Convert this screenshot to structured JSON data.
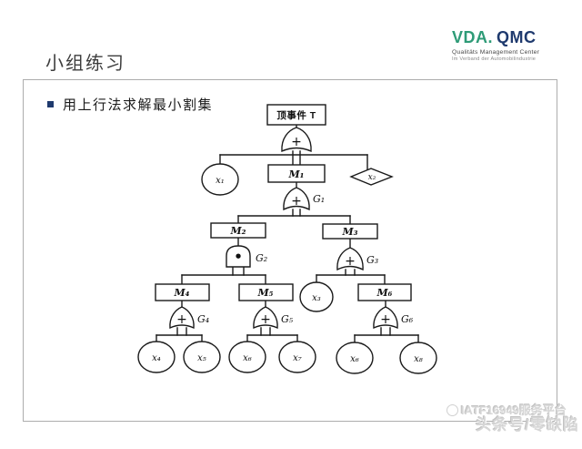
{
  "slide": {
    "title": "小组练习",
    "bullet_text": "用上行法求解最小割集"
  },
  "logo": {
    "vda": "VDA.",
    "qmc": "QMC",
    "subtitle1": "Qualitäts Management Center",
    "subtitle2": "Im Verband der Automobilindustrie",
    "vda_color": "#2E9B77",
    "qmc_color": "#1F3A6E"
  },
  "watermark": {
    "line1": "IATF16949服务平台",
    "line2": "头条号/零缺陷"
  },
  "diagram": {
    "type": "fault-tree",
    "or_symbol": "+",
    "and_symbol": "•",
    "labels": {
      "top": "顶事件 T",
      "M1": "M₁",
      "M2": "M₂",
      "M3": "M₃",
      "M4": "M₄",
      "M5": "M₅",
      "M6": "M₆",
      "G1": "G₁",
      "G2": "G₂",
      "G3": "G₃",
      "G4": "G₄",
      "G5": "G₅",
      "G6": "G₆",
      "x1": "x₁",
      "x2": "x₂",
      "x3": "x₃",
      "x4": "x₄",
      "x5": "x₅",
      "x6a": "x₆",
      "x7": "x₇",
      "x6b": "x₆",
      "x8": "x₈"
    },
    "structure": {
      "T": {
        "gate": "OR",
        "inputs": [
          "x1",
          "M1",
          "x2"
        ]
      },
      "M1": {
        "gate": "G1 (OR)",
        "inputs": [
          "M2",
          "M3"
        ]
      },
      "M2": {
        "gate": "G2 (AND)",
        "inputs": [
          "M4",
          "M5"
        ]
      },
      "M3": {
        "gate": "G3 (OR)",
        "inputs": [
          "x3",
          "M6"
        ]
      },
      "M4": {
        "gate": "G4 (OR)",
        "inputs": [
          "x4",
          "x5"
        ]
      },
      "M5": {
        "gate": "G5 (OR)",
        "inputs": [
          "x6",
          "x7"
        ]
      },
      "M6": {
        "gate": "G6 (OR)",
        "inputs": [
          "x6",
          "x8"
        ]
      }
    }
  }
}
